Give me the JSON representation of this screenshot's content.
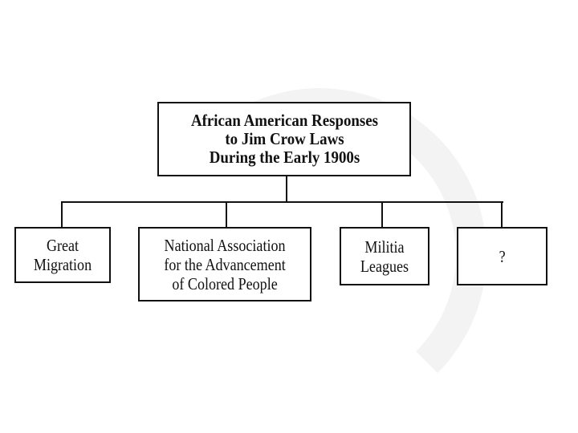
{
  "diagram": {
    "root": {
      "label": "African American Responses\nto Jim Crow Laws\nDuring the Early 1900s"
    },
    "children": [
      {
        "label": "Great\nMigration"
      },
      {
        "label": "National Association\nfor the Advancement\nof Colored People"
      },
      {
        "label": "Militia\nLeagues"
      },
      {
        "label": "?"
      }
    ]
  }
}
